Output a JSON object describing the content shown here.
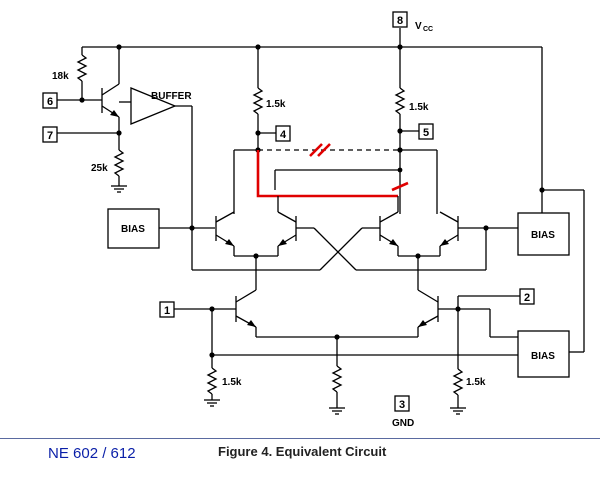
{
  "pins": {
    "p1": "1",
    "p2": "2",
    "p3": "3",
    "p4": "4",
    "p5": "5",
    "p6": "6",
    "p7": "7",
    "p8": "8"
  },
  "labels": {
    "vcc_main": "V",
    "vcc_sub": "CC",
    "gnd": "GND",
    "buffer": "BUFFER",
    "bias": "BIAS",
    "r18k": "18k",
    "r25k": "25k",
    "r1k5": "1.5k"
  },
  "footer": {
    "part_number": "NE 602 / 612",
    "caption": "Figure 4.  Equivalent Circuit"
  },
  "colors": {
    "wire": "#000000",
    "highlight": "#e00000",
    "part_number": "#0a1fa8",
    "rule": "#5a6aa0"
  }
}
